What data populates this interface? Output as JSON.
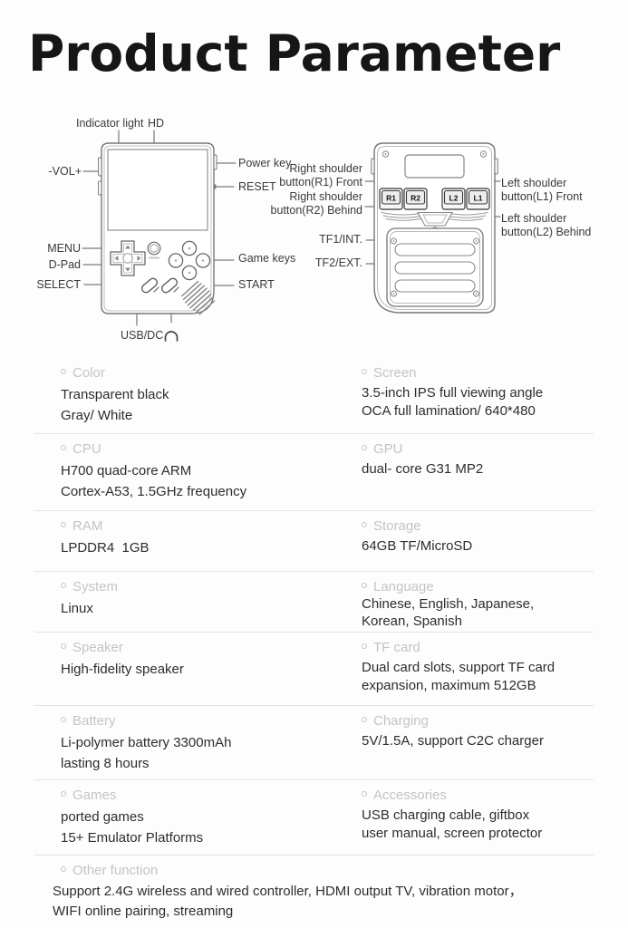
{
  "title": "Product Parameter",
  "front_view": {
    "indicator_light": "Indicator light",
    "hd": "HD",
    "volume": "-VOL+",
    "power_key": "Power key",
    "reset": "RESET",
    "menu": "MENU",
    "dpad": "D-Pad",
    "select": "SELECT",
    "game_keys": "Game keys",
    "start": "START",
    "usb_dc": "USB/DC"
  },
  "back_view": {
    "r1_label": "Right shoulder\nbutton(R1) Front",
    "r2_label": "Right shoulder\nbutton(R2) Behind",
    "l1_label": "Left shoulder\nbutton(L1) Front",
    "l2_label": "Left shoulder\nbutton(L2) Behind",
    "tf1": "TF1/INT.",
    "tf2": "TF2/EXT.",
    "buttons": {
      "r1": "R1",
      "r2": "R2",
      "l2": "L2",
      "l1": "L1"
    }
  },
  "specs": {
    "rows": [
      {
        "left": {
          "label": "Color",
          "lines": [
            "Transparent black",
            "Gray/ White"
          ]
        },
        "right": {
          "label": "Screen",
          "lines": [
            "3.5-inch IPS full viewing angle",
            "OCA full lamination/ 640*480"
          ]
        }
      },
      {
        "left": {
          "label": "CPU",
          "lines": [
            "H700 quad-core ARM",
            "Cortex-A53, 1.5GHz frequency"
          ]
        },
        "right": {
          "label": "GPU",
          "lines": [
            "dual- core G31 MP2"
          ]
        }
      },
      {
        "left": {
          "label": "RAM",
          "lines": [
            "LPDDR4  1GB"
          ]
        },
        "right": {
          "label": "Storage",
          "lines": [
            "64GB TF/MicroSD"
          ]
        }
      },
      {
        "left": {
          "label": "System",
          "lines": [
            "Linux"
          ]
        },
        "right": {
          "label": "Language",
          "lines": [
            "Chinese, English, Japanese,",
            "Korean, Spanish"
          ]
        }
      },
      {
        "left": {
          "label": "Speaker",
          "lines": [
            "High-fidelity speaker"
          ]
        },
        "right": {
          "label": "TF card",
          "lines": [
            "Dual card slots, support TF card",
            "expansion, maximum 512GB"
          ]
        }
      },
      {
        "left": {
          "label": "Battery",
          "lines": [
            "Li-polymer battery 3300mAh",
            "lasting 8 hours"
          ]
        },
        "right": {
          "label": "Charging",
          "lines": [
            "5V/1.5A, support C2C charger"
          ]
        }
      },
      {
        "left": {
          "label": "Games",
          "lines": [
            "ported games",
            "15+ Emulator Platforms"
          ]
        },
        "right": {
          "label": "Accessories",
          "lines": [
            "USB charging cable, giftbox",
            "user manual, screen protector"
          ]
        }
      },
      {
        "full": {
          "label": "Other function",
          "lines": [
            "Support 2.4G wireless and wired controller, HDMI output TV, vibration motor，",
            "WIFI online pairing, streaming"
          ]
        }
      }
    ]
  },
  "colors": {
    "heading": "#c4c4c4",
    "body_text": "#2d2d2d",
    "divider": "#e4e4e4",
    "outline": "#777777"
  }
}
